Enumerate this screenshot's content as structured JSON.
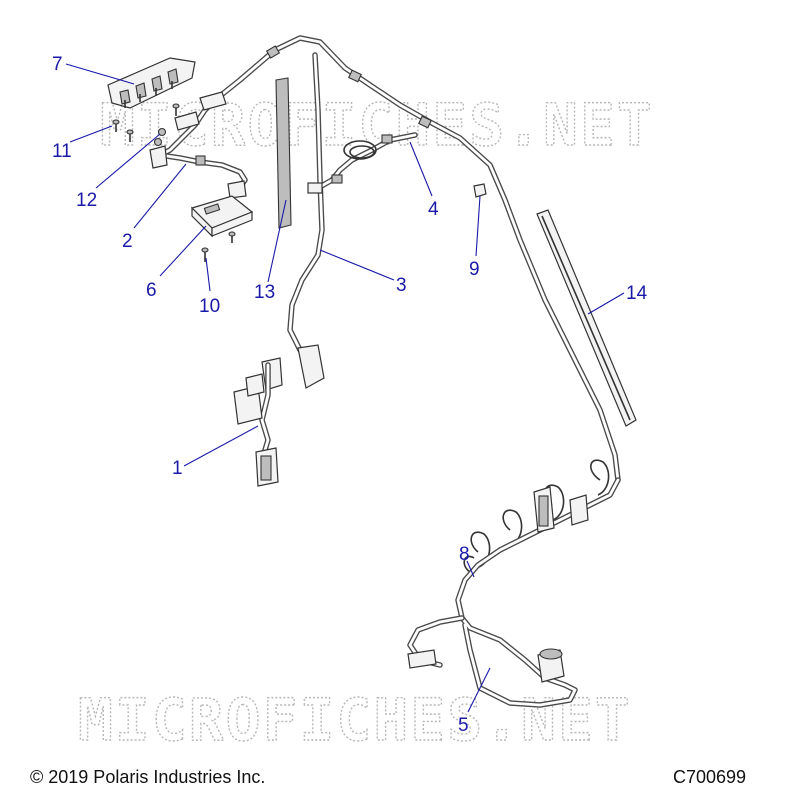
{
  "watermark": "MICROFICHES.NET",
  "callouts": [
    {
      "id": "1",
      "label": "1"
    },
    {
      "id": "2",
      "label": "2"
    },
    {
      "id": "3",
      "label": "3"
    },
    {
      "id": "4",
      "label": "4"
    },
    {
      "id": "5",
      "label": "5"
    },
    {
      "id": "6",
      "label": "6"
    },
    {
      "id": "7",
      "label": "7"
    },
    {
      "id": "8",
      "label": "8"
    },
    {
      "id": "9",
      "label": "9"
    },
    {
      "id": "10",
      "label": "10"
    },
    {
      "id": "11",
      "label": "11"
    },
    {
      "id": "12",
      "label": "12"
    },
    {
      "id": "13",
      "label": "13"
    },
    {
      "id": "14",
      "label": "14"
    }
  ],
  "footer": {
    "copyright": "© 2019 Polaris Industries Inc.",
    "diagram_code": "C700699"
  },
  "colors": {
    "callout": "#1a1aa8",
    "line_art": "#333333",
    "watermark": "#b8b8b8"
  }
}
